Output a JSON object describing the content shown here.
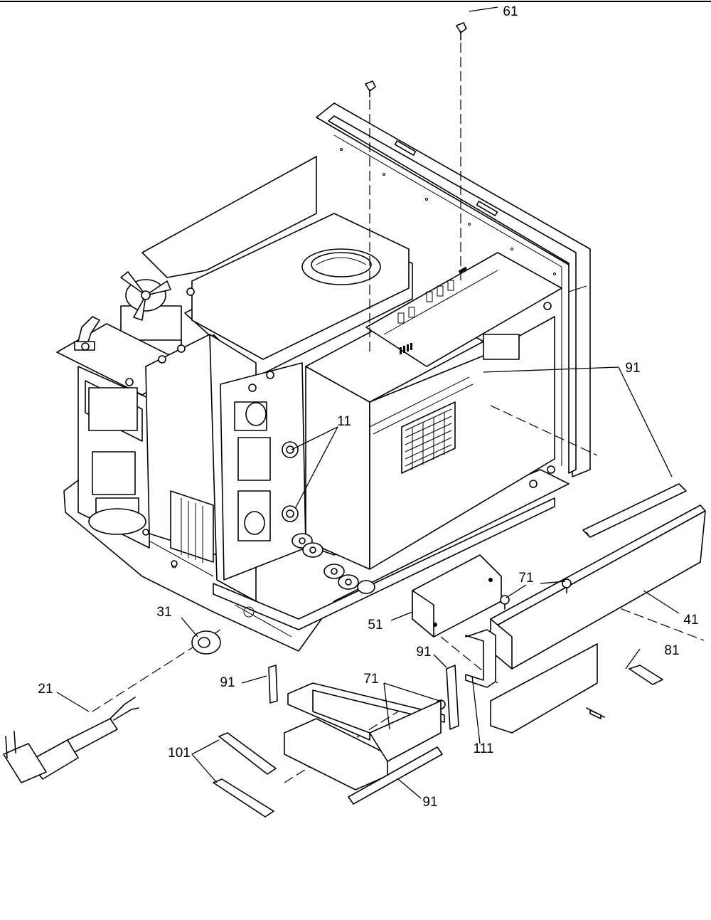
{
  "diagram": {
    "callouts": {
      "c61": "61",
      "c91_right": "91",
      "c11": "11",
      "c71_top": "71",
      "c41": "41",
      "c51": "51",
      "c31": "31",
      "c81": "81",
      "c91_mid": "91",
      "c91_left": "91",
      "c71_mid": "71",
      "c21": "21",
      "c101": "101",
      "c111": "111",
      "c91_bottom": "91"
    }
  }
}
